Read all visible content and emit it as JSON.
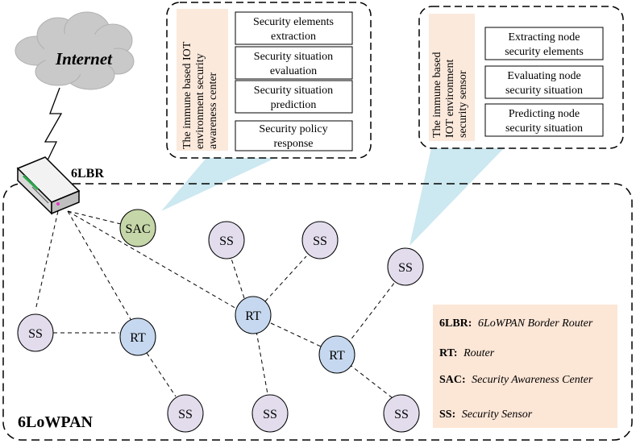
{
  "internet": {
    "label": "Internet"
  },
  "router": {
    "label": "6LBR"
  },
  "network": {
    "label": "6LoWPAN"
  },
  "sac_box": {
    "title_lines": [
      "The immune based IOT",
      "environment security",
      "awareness center"
    ],
    "items": [
      [
        "Security elements",
        "extraction"
      ],
      [
        "Security situation",
        "evaluation"
      ],
      [
        "Security situation",
        "prediction"
      ],
      [
        "Security policy",
        "response"
      ]
    ]
  },
  "sensor_box": {
    "title_lines": [
      "The immune based",
      "IOT environment",
      "security sensor"
    ],
    "items": [
      [
        "Extracting node",
        "security elements"
      ],
      [
        "Evaluating node",
        "security situation"
      ],
      [
        "Predicting node",
        "security situation"
      ]
    ]
  },
  "nodes": {
    "sac": "SAC",
    "rt_left": "RT",
    "rt_center": "RT",
    "rt_right": "RT",
    "ss_top1": "SS",
    "ss_top2": "SS",
    "ss_right": "SS",
    "ss_left": "SS",
    "ss_bottom1": "SS",
    "ss_bottom2": "SS",
    "ss_bottom3": "SS"
  },
  "legend": [
    {
      "abbr": "6LBR:",
      "desc": "6LoWPAN Border Router"
    },
    {
      "abbr": "RT:",
      "desc": "Router"
    },
    {
      "abbr": "SAC:",
      "desc": "Security Awareness Center"
    },
    {
      "abbr": "SS:",
      "desc": "Security Sensor"
    }
  ],
  "colors": {
    "sac_fill": "#c5d6a8",
    "rt_fill": "#c6d8ef",
    "ss_fill": "#e2dcec",
    "beam_fill": "#cce8f0",
    "legend_fill": "#fce6d6",
    "title_fill": "#fbe9dc"
  }
}
